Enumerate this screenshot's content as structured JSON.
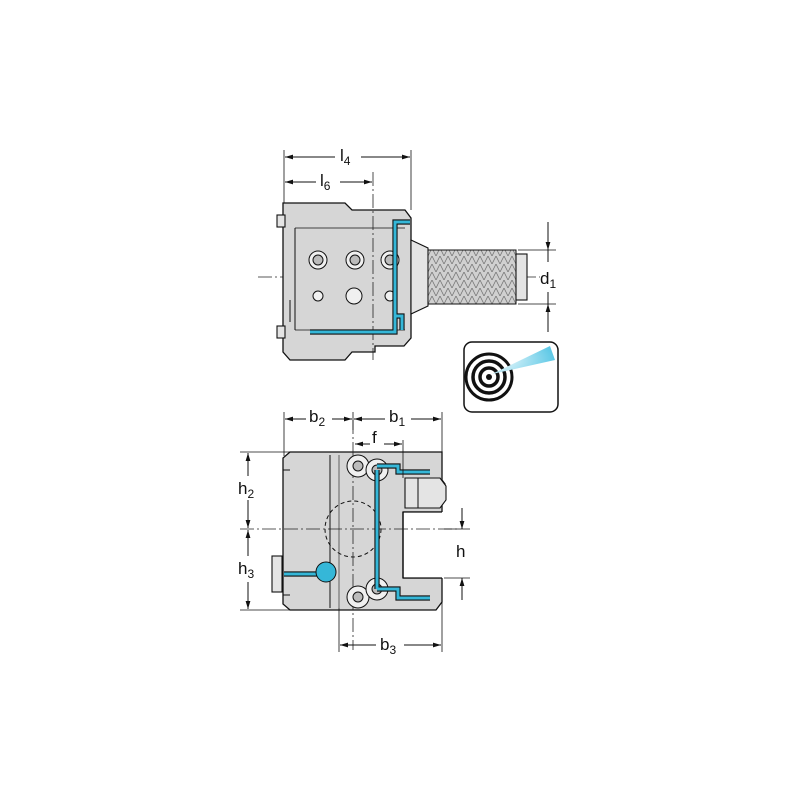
{
  "labels": {
    "l4": "l",
    "l4_sub": "4",
    "l6": "l",
    "l6_sub": "6",
    "d1": "d",
    "d1_sub": "1",
    "b1": "b",
    "b1_sub": "1",
    "b2": "b",
    "b2_sub": "2",
    "b3": "b",
    "b3_sub": "3",
    "f": "f",
    "h": "h",
    "h2": "h",
    "h2_sub": "2",
    "h3": "h",
    "h3_sub": "3"
  },
  "colors": {
    "coolant": "#35b7d8",
    "body": "#d6d6d6",
    "line": "#111111"
  },
  "icons": {
    "coolant_badge": "coolant-jet-icon"
  }
}
